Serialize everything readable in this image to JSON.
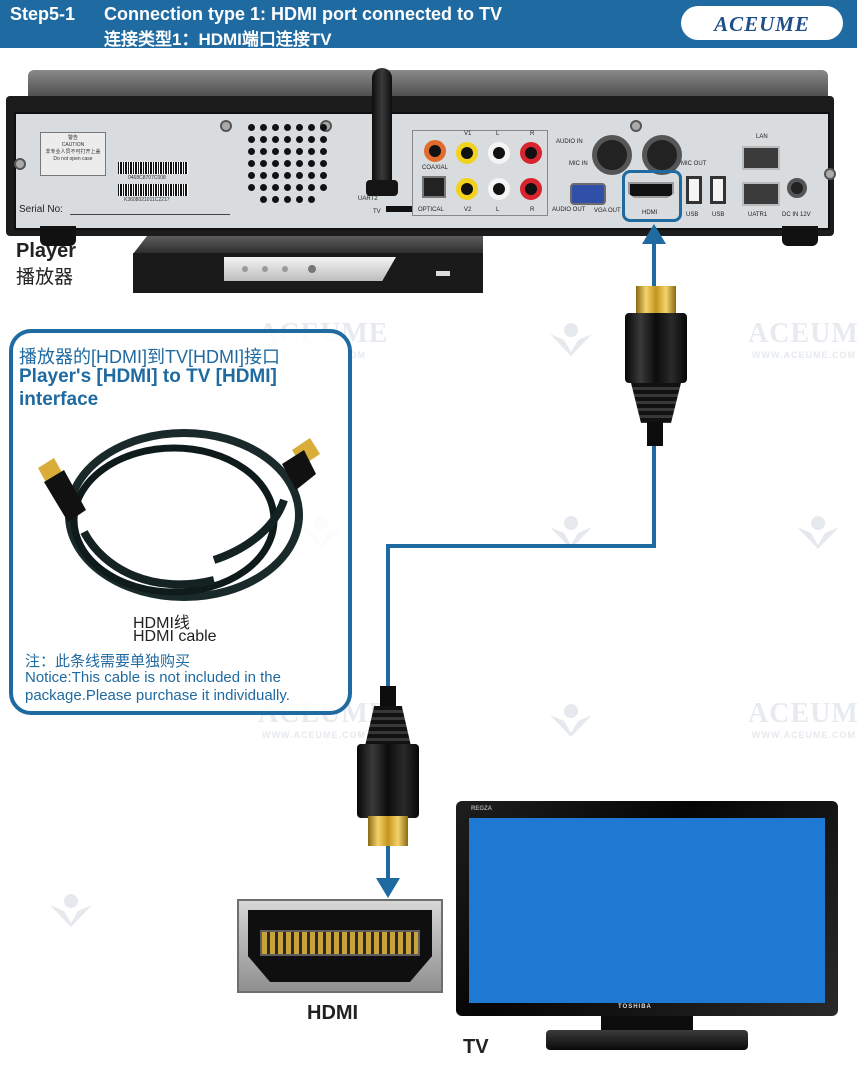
{
  "header": {
    "step": "Step5-1",
    "title_en": "Connection type 1: HDMI port connected to TV",
    "title_cn": "连接类型1：HDMI端口连接TV",
    "logo": "ACEUME"
  },
  "watermark": {
    "brand": "ACEUME",
    "url": "WWW.ACEUME.COM"
  },
  "player": {
    "label_en": "Player",
    "label_cn": "播放器",
    "caution_cn": "警告",
    "caution_en": "CAUTION",
    "caution_cn2": "非专业人员不可打开上盖",
    "caution_en2": "Do not open case",
    "barcode1": "0468C8707C008",
    "barcode2": "K3608021011C2217",
    "serial_label": "Serial No:",
    "ports": {
      "coaxial": "COAXIAL",
      "optical": "OPTICAL",
      "uart2": "UART2",
      "tv": "TV",
      "v1": "V1",
      "v2": "V2",
      "l_top": "L",
      "r_top": "R",
      "l_bottom": "L",
      "r_bottom": "R",
      "audio_in": "AUDIO IN",
      "audio_out": "AUDIO OUT",
      "mic_in": "MIC IN",
      "mic_out": "MIC OUT",
      "vga_out": "VGA OUT",
      "hdmi": "HDMI",
      "usb1": "USB",
      "usb2": "USB",
      "lan": "LAN",
      "uatr1": "UATR1",
      "dc": "DC IN 12V"
    }
  },
  "callout": {
    "title_cn": "播放器的[HDMI]到TV[HDMI]接口",
    "title_en_line1": "Player's [HDMI] to TV [HDMI]",
    "title_en_line2": "interface",
    "cable_cn": "HDMI线",
    "cable_en": "HDMI cable",
    "notice_cn": "注：此条线需要单独购买",
    "notice_en_line1": "Notice:This cable is not included in the",
    "notice_en_line2": "package.Please purchase it individually."
  },
  "port_label": "HDMI",
  "tv": {
    "label": "TV",
    "brand_top": "REGZA",
    "brand_bottom": "TOSHIBA"
  },
  "colors": {
    "accent": "#1f6aa0",
    "tv_screen": "#1d79d1",
    "connector_gold": "#d9ad3a"
  }
}
